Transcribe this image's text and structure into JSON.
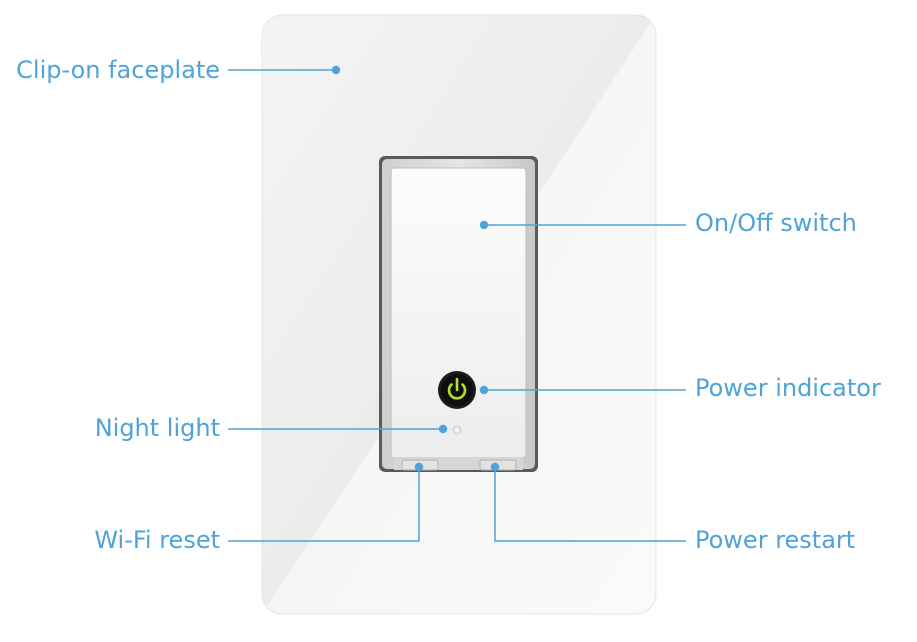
{
  "accent_color": "#4fa3d8",
  "labels": {
    "faceplate": "Clip-on faceplate",
    "switch": "On/Off switch",
    "power_indicator": "Power indicator",
    "night_light": "Night light",
    "wifi_reset": "Wi-Fi reset",
    "power_restart": "Power restart"
  },
  "icons": {
    "power_indicator": "power-icon"
  }
}
